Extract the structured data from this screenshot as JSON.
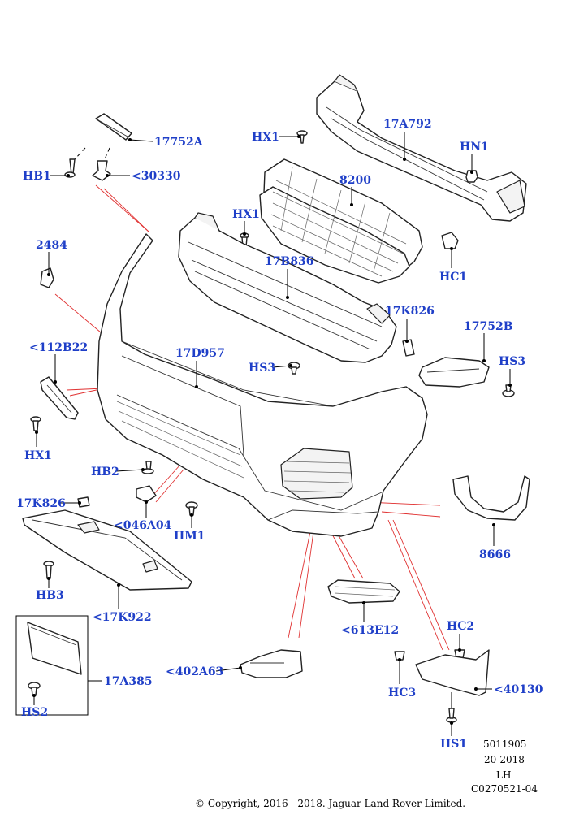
{
  "colors": {
    "callout": "#1f3fc8",
    "leader": "#000000",
    "relation_line": "#e03030"
  },
  "callouts": {
    "c17752A": "17752A",
    "c30330": "<30330",
    "hb1": "HB1",
    "hx1_top": "HX1",
    "c17A792": "17A792",
    "hn1": "HN1",
    "c8200": "8200",
    "hx1_mid": "HX1",
    "c2484": "2484",
    "c17B836": "17B836",
    "hc1": "HC1",
    "c17K826_right": "17K826",
    "c17752B": "17752B",
    "c112B22": "<112B22",
    "c17D957": "17D957",
    "hs3_mid": "HS3",
    "hs3_right": "HS3",
    "hx1_left": "HX1",
    "hb2": "HB2",
    "c17K826_left": "17K826",
    "c046A04": "<046A04",
    "hm1": "HM1",
    "c8666": "8666",
    "hb3": "HB3",
    "c17K922": "<17K922",
    "c613E12": "<613E12",
    "hc2": "HC2",
    "c17A385": "17A385",
    "c402A63": "<402A63",
    "c40130": "<40130",
    "hc3": "HC3",
    "hs2": "HS2",
    "hs1": "HS1"
  },
  "meta": {
    "line1": "5011905",
    "line2": "20-2018",
    "line3": "LH",
    "line4": "C0270521-04"
  },
  "footer": {
    "copyright": "© Copyright, 2016 - 2018. Jaguar Land Rover Limited."
  }
}
